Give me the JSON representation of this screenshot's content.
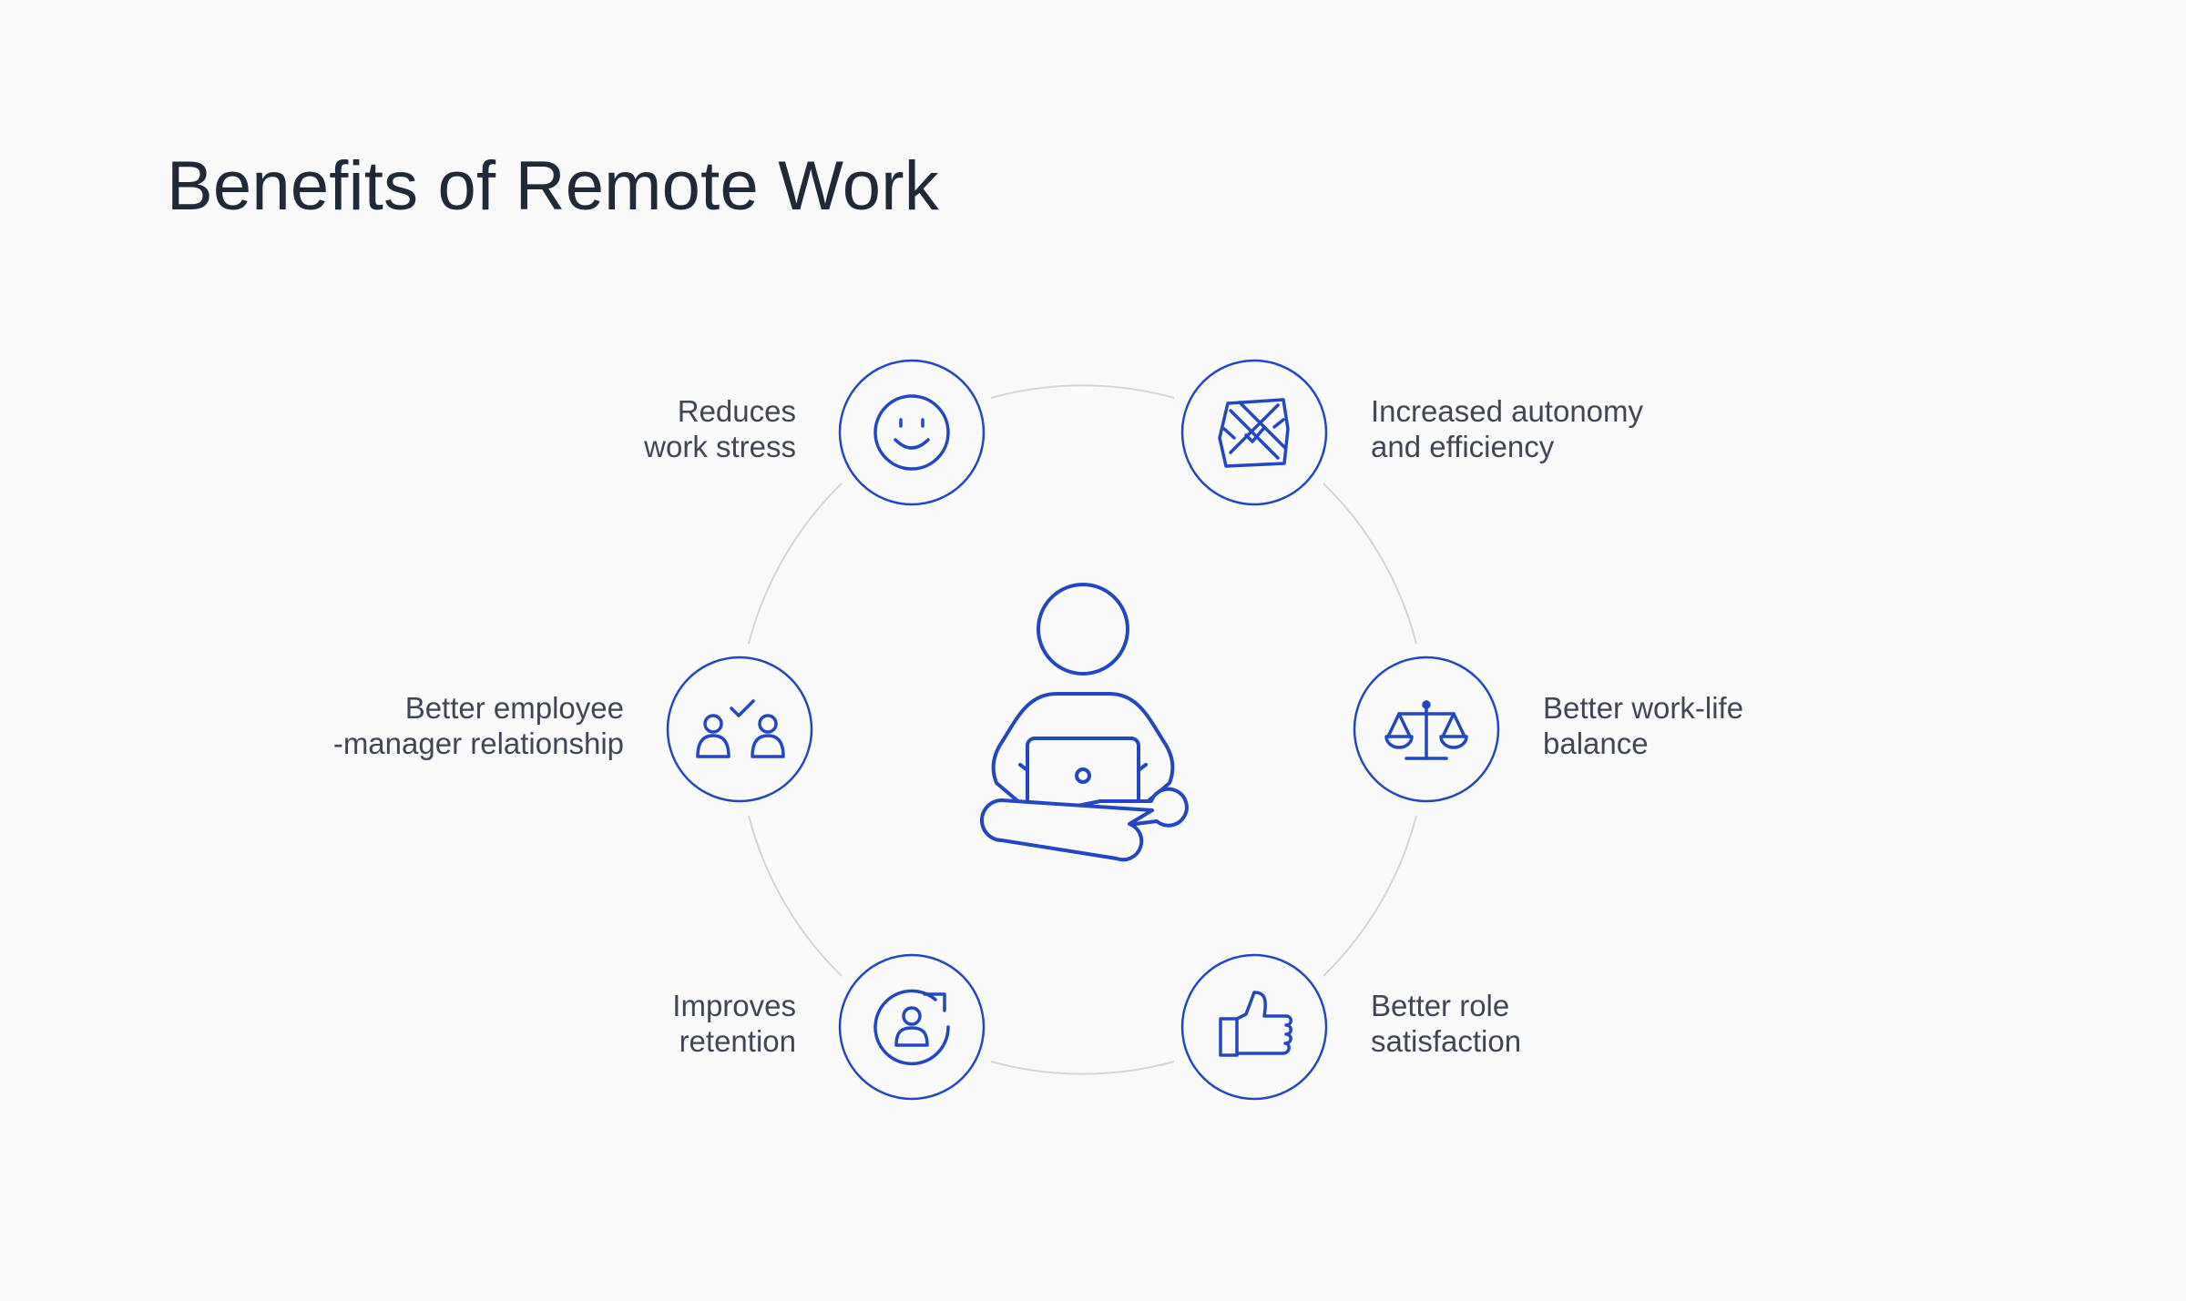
{
  "title": "Benefits of Remote Work",
  "colors": {
    "accent": "#2346c2",
    "ring": "#d5d5d5",
    "text": "#3f4757",
    "title": "#1f2937",
    "background": "#fafafa"
  },
  "center_icon": "person-with-laptop-icon",
  "benefits": [
    {
      "line1": "Reduces",
      "line2": "work stress",
      "icon": "smiley-face-icon"
    },
    {
      "line1": "Increased autonomy",
      "line2": "and efficiency",
      "icon": "crossed-tools-icon"
    },
    {
      "line1": "Better employee",
      "line2": "-manager relationship",
      "icon": "two-people-check-icon"
    },
    {
      "line1": "Better work-life",
      "line2": "balance",
      "icon": "balance-scale-icon"
    },
    {
      "line1": "Improves",
      "line2": "retention",
      "icon": "person-refresh-icon"
    },
    {
      "line1": "Better role",
      "line2": "satisfaction",
      "icon": "thumbs-up-icon"
    }
  ]
}
